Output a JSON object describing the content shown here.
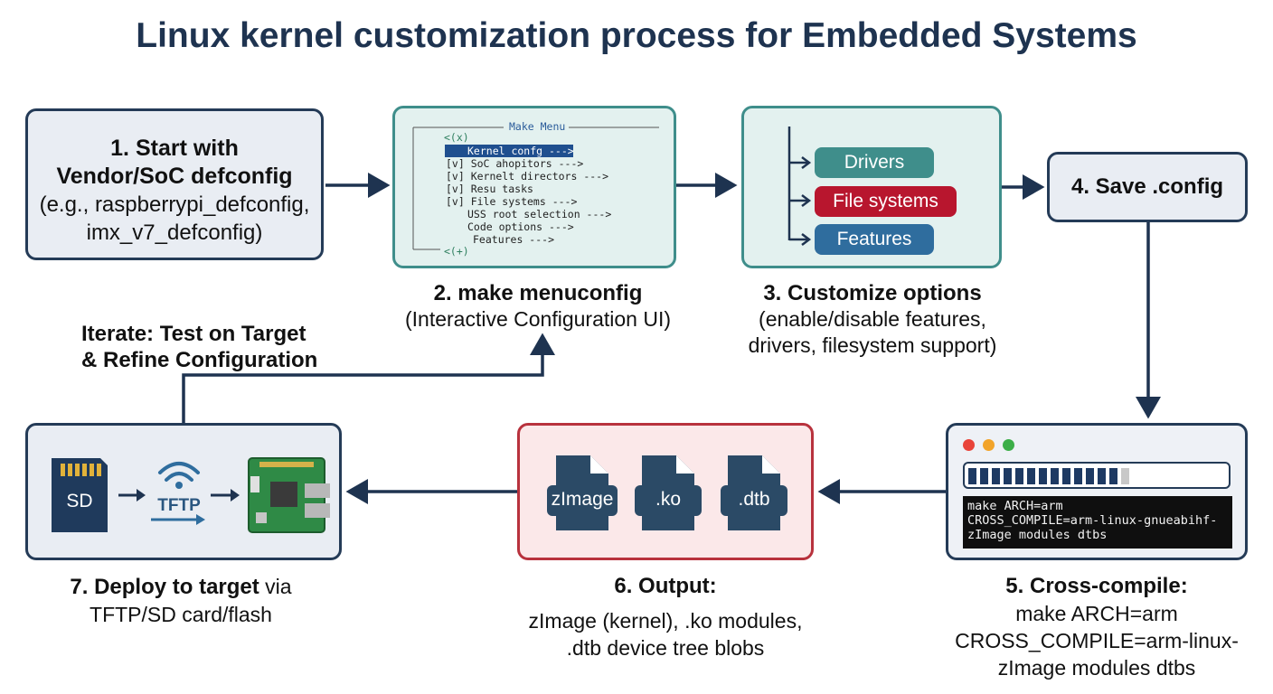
{
  "title": "Linux kernel customization process for Embedded Systems",
  "step1": {
    "line1": "1. Start with",
    "line2": "Vendor/SoC defconfig",
    "line3": "(e.g., raspberrypi_defconfig,",
    "line4": "imx_v7_defconfig)"
  },
  "menu": {
    "header": "Make Menu",
    "top_marker": "<(x)",
    "bottom_marker": "<(+)",
    "items": [
      "Kernel confg --->",
      "[v] SoC ahopitors --->",
      "[v] Kernelt directors --->",
      "[v] Resu tasks",
      "[v] File systems --->",
      "USS root selection --->",
      "Code options --->",
      "Features --->"
    ]
  },
  "step2": {
    "label": "2. make menuconfig",
    "sub": "(Interactive Configuration UI)"
  },
  "options": {
    "drivers": "Drivers",
    "filesystems": "File systems",
    "features": "Features"
  },
  "step3": {
    "label": "3. Customize options",
    "sub1": "(enable/disable features,",
    "sub2": "drivers, filesystem support)"
  },
  "step4": {
    "label": "4. Save .config"
  },
  "terminal": {
    "line1": "make ARCH=arm",
    "line2": "CROSS_COMPILE=arm-linux-gnueabihf-",
    "line3": "zImage modules dtbs"
  },
  "step5": {
    "label": "5. Cross-compile:",
    "line1": "make ARCH=arm",
    "line2": "CROSS_COMPILE=arm-linux-",
    "line3": "zImage modules dtbs"
  },
  "files": {
    "f1": "zImage",
    "f2": ".ko",
    "f3": ".dtb"
  },
  "step6": {
    "label": "6. Output:",
    "line1": "zImage (kernel), .ko modules,",
    "line2": ".dtb device tree blobs"
  },
  "deploy_icons": {
    "sd": "SD",
    "tftp": "TFTP"
  },
  "step7": {
    "label": "7. Deploy to target",
    "label_suffix": " via",
    "line2": "TFTP/SD card/flash"
  },
  "iterate": {
    "line1": "Iterate: Test on Target",
    "line2": "& Refine Configuration"
  },
  "colors": {
    "navy": "#243b57",
    "teal": "#3f8e8b",
    "red": "#b8323d",
    "blue": "#2f6d9e"
  }
}
